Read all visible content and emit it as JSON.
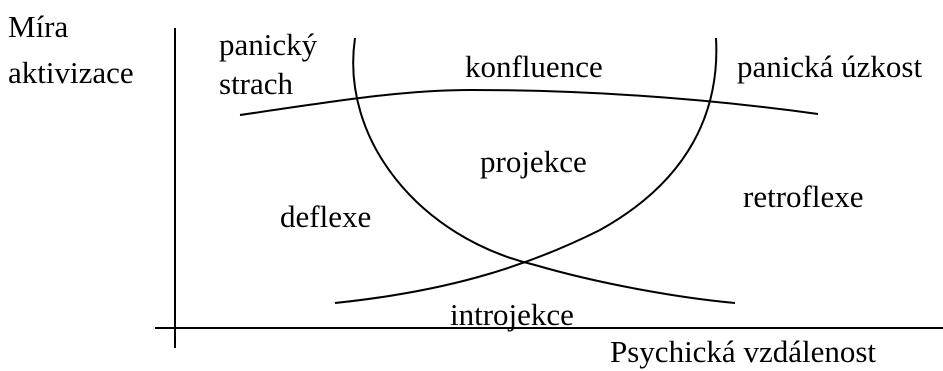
{
  "diagram": {
    "y_axis_label_line1": "Míra",
    "y_axis_label_line2": "aktivizace",
    "x_axis_label": "Psychická vzdálenost",
    "regions": {
      "panic_fear_line1": "panický",
      "panic_fear_line2": "strach",
      "confluence": "konfluence",
      "panic_anxiety": "panická úzkost",
      "projection": "projekce",
      "deflection": "deflexe",
      "retroflection": "retroflexe",
      "introjection": "introjekce"
    },
    "line_color": "#000000",
    "background_color": "#ffffff"
  }
}
